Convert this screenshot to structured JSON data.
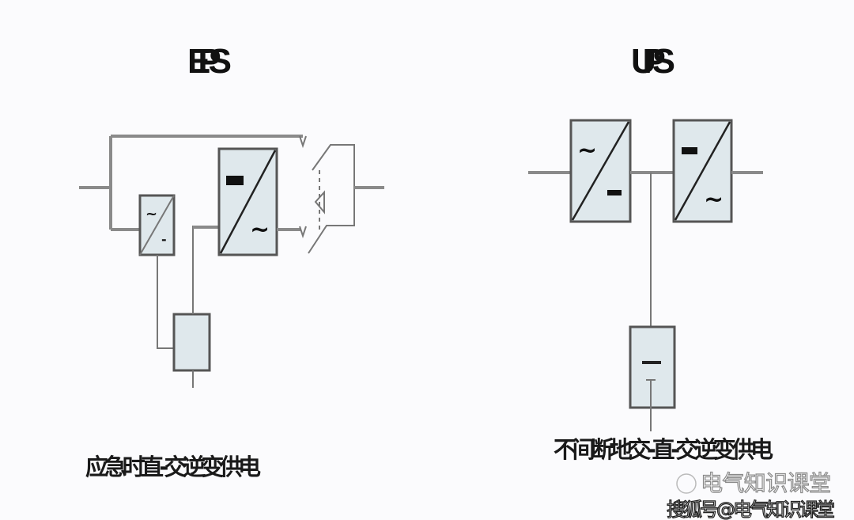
{
  "eps": {
    "title": "EPS",
    "caption": "应急时直-交逆变供电",
    "rectifier": {
      "ac": "~",
      "dc": "-"
    },
    "inverter": {
      "dc": "-",
      "ac": "~"
    }
  },
  "ups": {
    "title": "UPS",
    "caption": "不间断地交-直-交逆变供电",
    "rectifier": {
      "ac": "~",
      "dc": "-"
    },
    "inverter": {
      "dc": "-",
      "ac": "~"
    }
  },
  "watermark": {
    "channel": "电气知识课堂",
    "source": "搜狐号@电气知识课堂"
  }
}
